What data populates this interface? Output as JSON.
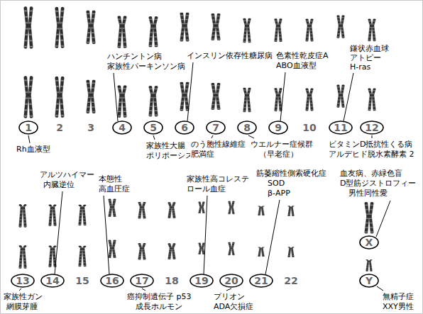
{
  "diagram": {
    "nodes": [
      {
        "text": [
          "1"
        ]
      },
      {
        "text": [
          "4"
        ]
      },
      {
        "text": [
          "5"
        ]
      },
      {
        "text": [
          "6"
        ]
      },
      {
        "text": [
          "7"
        ]
      },
      {
        "text": [
          "8"
        ]
      },
      {
        "text": [
          "9"
        ]
      },
      {
        "text": [
          "11"
        ]
      },
      {
        "text": [
          "12"
        ]
      },
      {
        "text": [
          "13"
        ]
      },
      {
        "text": [
          "14"
        ]
      },
      {
        "text": [
          "16"
        ]
      },
      {
        "text": [
          "17"
        ]
      },
      {
        "text": [
          "19"
        ]
      },
      {
        "text": [
          "20"
        ]
      },
      {
        "text": [
          "21"
        ]
      },
      {
        "text": [
          "X"
        ]
      },
      {
        "text": [
          "Y"
        ]
      }
    ],
    "labels": [
      "ハンチントン病",
      "家族性パーキンソン病",
      "インスリン依存性糖尿病",
      "色素性乾皮症A",
      "ABO血液型",
      "鎌状赤血球",
      "アトピー",
      "H-ras",
      "2",
      "3",
      "10",
      "Rh血液型",
      "家族性大腸 ポリポーシス",
      "のう胞性線維症",
      "肥満症",
      "ウエルナー症候群",
      "（早老症）",
      "ビタミンD抵抗性くる病",
      "アルデヒド脱水素酵素 2",
      "血友病、赤緑色盲",
      "D型筋ジストロフィー",
      "男性同性愛",
      "アルツハイマー",
      "内臓逆位",
      "本態性 高血圧症",
      "家族性高コレステ ロール血症",
      "筋萎縮性側索硬化症",
      "SOD",
      "β-APP",
      "15",
      "18",
      "22",
      "家族性ガン",
      "網膜芽腫",
      "癌抑制遺伝子 p53",
      "成長ホルモン",
      "プリオン",
      "ADA欠損症",
      "無精子症",
      "XXY男性"
    ]
  }
}
